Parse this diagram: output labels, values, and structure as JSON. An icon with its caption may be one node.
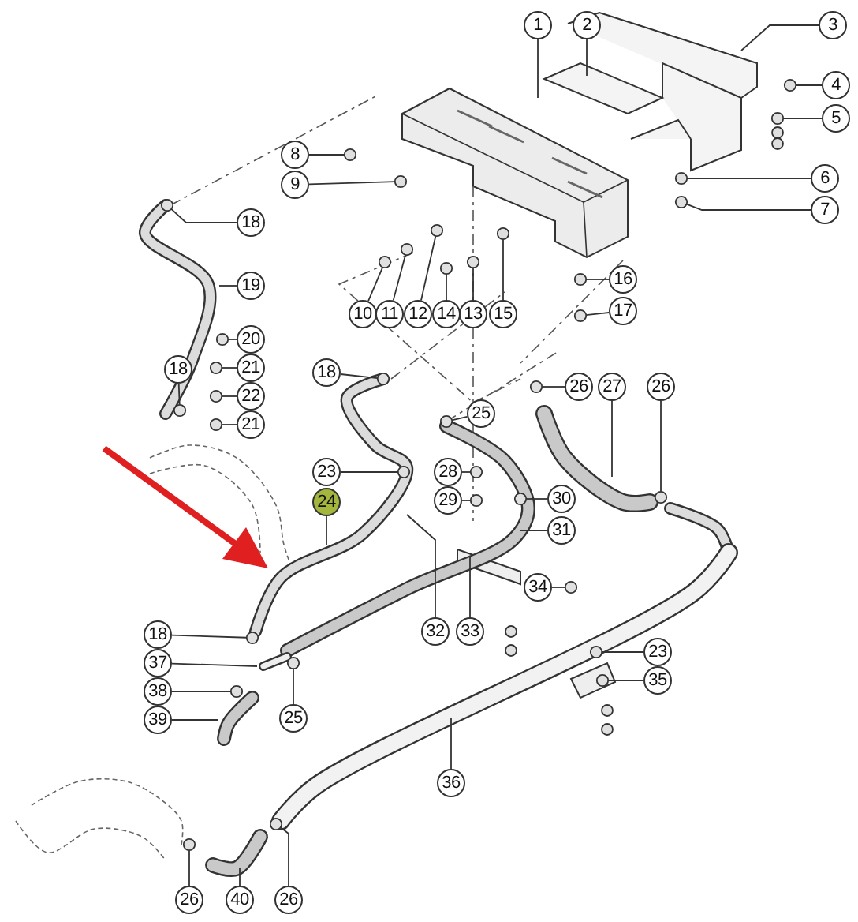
{
  "diagram": {
    "nodes": [
      {
        "text": [
          "1"
        ]
      },
      {
        "text": [
          "2"
        ]
      },
      {
        "text": [
          "3"
        ]
      },
      {
        "text": [
          "4"
        ]
      },
      {
        "text": [
          "5"
        ]
      },
      {
        "text": [
          "8"
        ]
      },
      {
        "text": [
          "6"
        ]
      },
      {
        "text": [
          "9"
        ]
      },
      {
        "text": [
          "7"
        ]
      },
      {
        "text": [
          "18"
        ]
      },
      {
        "text": [
          "16"
        ]
      },
      {
        "text": [
          "19"
        ]
      },
      {
        "text": [
          "17"
        ]
      },
      {
        "text": [
          "10"
        ]
      },
      {
        "text": [
          "11"
        ]
      },
      {
        "text": [
          "12"
        ]
      },
      {
        "text": [
          "14"
        ]
      },
      {
        "text": [
          "13"
        ]
      },
      {
        "text": [
          "15"
        ]
      },
      {
        "text": [
          "20"
        ]
      },
      {
        "text": [
          "21"
        ]
      },
      {
        "text": [
          "18"
        ]
      },
      {
        "text": [
          "18"
        ]
      },
      {
        "text": [
          "26"
        ]
      },
      {
        "text": [
          "27"
        ]
      },
      {
        "text": [
          "26"
        ]
      },
      {
        "text": [
          "22"
        ]
      },
      {
        "text": [
          "25"
        ]
      },
      {
        "text": [
          "21"
        ]
      },
      {
        "text": [
          "23"
        ]
      },
      {
        "text": [
          "28"
        ]
      },
      {
        "text": [
          "24"
        ]
      },
      {
        "text": [
          "29"
        ]
      },
      {
        "text": [
          "30"
        ]
      },
      {
        "text": [
          "31"
        ]
      },
      {
        "text": [
          "34"
        ]
      },
      {
        "text": [
          "32"
        ]
      },
      {
        "text": [
          "33"
        ]
      },
      {
        "text": [
          "18"
        ]
      },
      {
        "text": [
          "23"
        ]
      },
      {
        "text": [
          "37"
        ]
      },
      {
        "text": [
          "35"
        ]
      },
      {
        "text": [
          "38"
        ]
      },
      {
        "text": [
          "25"
        ]
      },
      {
        "text": [
          "39"
        ]
      },
      {
        "text": [
          "36"
        ]
      },
      {
        "text": [
          "26"
        ]
      },
      {
        "text": [
          "40"
        ]
      },
      {
        "text": [
          "26"
        ]
      },
      {
        "text": [],
        "shape": "circle"
      },
      {
        "text": [],
        "shape": "circle"
      },
      {
        "text": [],
        "shape": "circle"
      },
      {
        "text": [],
        "shape": "circle"
      },
      {
        "text": [],
        "shape": "circle"
      },
      {
        "text": [],
        "shape": "circle"
      },
      {
        "text": [],
        "shape": "circle"
      },
      {
        "text": [],
        "shape": "circle"
      },
      {
        "text": [],
        "shape": "circle"
      },
      {
        "text": [],
        "shape": "circle"
      },
      {
        "text": [],
        "shape": "circle"
      },
      {
        "text": [],
        "shape": "circle"
      },
      {
        "text": [],
        "shape": "circle"
      },
      {
        "text": [],
        "shape": "circle"
      },
      {
        "text": [],
        "shape": "circle"
      },
      {
        "text": [],
        "shape": "circle"
      },
      {
        "text": [],
        "shape": "circle"
      },
      {
        "text": [],
        "shape": "circle"
      },
      {
        "text": [],
        "shape": "circle"
      },
      {
        "text": [],
        "shape": "circle"
      },
      {
        "text": [],
        "shape": "circle"
      },
      {
        "text": [],
        "shape": "circle"
      },
      {
        "text": [],
        "shape": "circle"
      },
      {
        "text": [],
        "shape": "circle"
      },
      {
        "text": [],
        "shape": "circle"
      },
      {
        "text": [],
        "shape": "circle"
      },
      {
        "text": [],
        "shape": "circle"
      },
      {
        "text": [],
        "shape": "circle"
      },
      {
        "text": [],
        "shape": "circle"
      },
      {
        "text": [],
        "shape": "circle"
      },
      {
        "text": [],
        "shape": "circle"
      },
      {
        "text": [],
        "shape": "circle"
      },
      {
        "text": [],
        "shape": "circle"
      },
      {
        "text": [],
        "shape": "circle"
      },
      {
        "text": [],
        "shape": "circle"
      },
      {
        "text": [],
        "shape": "circle"
      }
    ],
    "edges": [
      {
        "from": 0,
        "to": null,
        "arrow": "none"
      },
      {
        "from": 1,
        "to": null,
        "arrow": "none"
      },
      {
        "from": 2,
        "to": null,
        "arrow": "none"
      },
      {
        "from": 3,
        "to": 49,
        "arrow": "none"
      },
      {
        "from": 4,
        "to": 50,
        "arrow": "none"
      },
      {
        "from": 5,
        "to": 51,
        "arrow": "none"
      },
      {
        "from": 6,
        "to": 52,
        "arrow": "none"
      },
      {
        "from": 7,
        "to": 53,
        "arrow": "none"
      },
      {
        "from": 8,
        "to": 54,
        "arrow": "none"
      },
      {
        "from": 9,
        "to": 55,
        "arrow": "none"
      },
      {
        "from": 10,
        "to": 56,
        "arrow": "none"
      },
      {
        "from": 11,
        "to": null,
        "arrow": "none"
      },
      {
        "from": 12,
        "to": 57,
        "arrow": "none"
      },
      {
        "from": 13,
        "to": 58,
        "arrow": "none"
      },
      {
        "from": 14,
        "to": 59,
        "arrow": "none"
      },
      {
        "from": 15,
        "to": 60,
        "arrow": "none"
      },
      {
        "from": 16,
        "to": 61,
        "arrow": "none"
      },
      {
        "from": 17,
        "to": 62,
        "arrow": "none"
      },
      {
        "from": 18,
        "to": 63,
        "arrow": "none"
      },
      {
        "from": 19,
        "to": 64,
        "arrow": "none"
      },
      {
        "from": 20,
        "to": 65,
        "arrow": "none"
      },
      {
        "from": 21,
        "to": 66,
        "arrow": "none"
      },
      {
        "from": 22,
        "to": 67,
        "arrow": "none"
      },
      {
        "from": 23,
        "to": 68,
        "arrow": "none"
      },
      {
        "from": 24,
        "to": null,
        "arrow": "none"
      },
      {
        "from": 25,
        "to": 69,
        "arrow": "none"
      },
      {
        "from": 26,
        "to": 70,
        "arrow": "none"
      },
      {
        "from": 27,
        "to": 71,
        "arrow": "none"
      },
      {
        "from": 28,
        "to": 72,
        "arrow": "none"
      },
      {
        "from": 29,
        "to": 73,
        "arrow": "none"
      },
      {
        "from": 30,
        "to": 74,
        "arrow": "none"
      },
      {
        "from": 31,
        "to": null,
        "arrow": "none"
      },
      {
        "from": 32,
        "to": 75,
        "arrow": "none"
      },
      {
        "from": 33,
        "to": 76,
        "arrow": "none"
      },
      {
        "from": 34,
        "to": null,
        "arrow": "none"
      },
      {
        "from": 35,
        "to": 77,
        "arrow": "none"
      },
      {
        "from": 36,
        "to": null,
        "arrow": "none"
      },
      {
        "from": 37,
        "to": null,
        "arrow": "none"
      },
      {
        "from": 38,
        "to": 78,
        "arrow": "none"
      },
      {
        "from": 39,
        "to": 79,
        "arrow": "none"
      },
      {
        "from": 40,
        "to": null,
        "arrow": "none"
      },
      {
        "from": 41,
        "to": 80,
        "arrow": "none"
      },
      {
        "from": 42,
        "to": 81,
        "arrow": "none"
      },
      {
        "from": 43,
        "to": 82,
        "arrow": "none"
      },
      {
        "from": 44,
        "to": null,
        "arrow": "none"
      },
      {
        "from": 45,
        "to": null,
        "arrow": "none"
      },
      {
        "from": 46,
        "to": 83,
        "arrow": "none"
      },
      {
        "from": 47,
        "to": null,
        "arrow": "none"
      },
      {
        "from": 48,
        "to": 84,
        "arrow": "none"
      }
    ]
  }
}
